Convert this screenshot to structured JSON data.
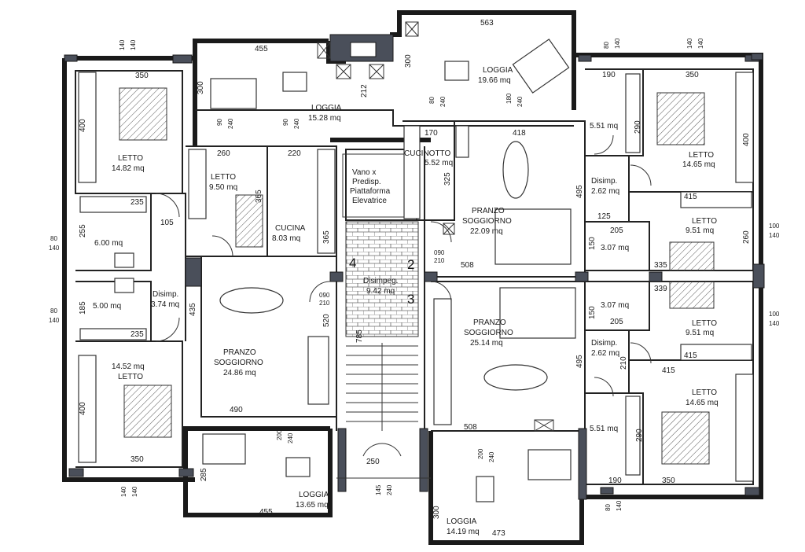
{
  "rooms": [
    {
      "id": "loggia-top-left",
      "name": "LOGGIA",
      "area": "15.28 mq"
    },
    {
      "id": "loggia-top-right",
      "name": "LOGGIA",
      "area": "19.66 mq"
    },
    {
      "id": "letto-nw",
      "name": "LETTO",
      "area": "14.82 mq"
    },
    {
      "id": "letto-n-small",
      "name": "LETTO",
      "area": "9.50 mq"
    },
    {
      "id": "cucina",
      "name": "CUCINA",
      "area": "8.03 mq"
    },
    {
      "id": "vano",
      "name": "Vano x Predisp. Piattaforma Elevatrice",
      "line1": "Vano x",
      "line2": "Predisp.",
      "line3": "Piattaforma",
      "line4": "Elevatrice"
    },
    {
      "id": "cucinotto",
      "name": "CUCINOTTO",
      "area": "5.52 mq"
    },
    {
      "id": "pranzo-ne",
      "name": "PRANZO SOGGIORNO",
      "line1": "PRANZO",
      "line2": "SOGGIORNO",
      "area": "22.09 mq"
    },
    {
      "id": "bagno-ne",
      "name": "",
      "area": "5.51 mq"
    },
    {
      "id": "letto-ne",
      "name": "LETTO",
      "area": "14.65 mq"
    },
    {
      "id": "disimp-ne",
      "name": "Disimp.",
      "area": "2.62 mq"
    },
    {
      "id": "letto-ne-small",
      "name": "LETTO",
      "area": "9.51 mq"
    },
    {
      "id": "bagno-w1",
      "name": "",
      "area": "6.00 mq"
    },
    {
      "id": "bagno-e1",
      "name": "",
      "area": "3.07 mq"
    },
    {
      "id": "disimpeg",
      "name": "Disimpeg.",
      "area": "9.42 mq"
    },
    {
      "id": "bagno-w2",
      "name": "",
      "area": "5.00 mq"
    },
    {
      "id": "disimp-w",
      "name": "Disimp.",
      "area": "3.74 mq"
    },
    {
      "id": "bagno-e2",
      "name": "",
      "area": "3.07 mq"
    },
    {
      "id": "letto-se-small",
      "name": "LETTO",
      "area": "9.51 mq"
    },
    {
      "id": "pranzo-sw",
      "name": "PRANZO SOGGIORNO",
      "line1": "PRANZO",
      "line2": "SOGGIORNO",
      "area": "24.86 mq"
    },
    {
      "id": "pranzo-se",
      "name": "PRANZO SOGGIORNO",
      "line1": "PRANZO",
      "line2": "SOGGIORNO",
      "area": "25.14 mq"
    },
    {
      "id": "letto-sw",
      "name": "LETTO",
      "area": "14.52 mq"
    },
    {
      "id": "disimp-se",
      "name": "Disimp.",
      "area": "2.62 mq"
    },
    {
      "id": "letto-se",
      "name": "LETTO",
      "area": "14.65 mq"
    },
    {
      "id": "bagno-se",
      "name": "",
      "area": "5.51 mq"
    },
    {
      "id": "loggia-bottom-left",
      "name": "LOGGIA",
      "area": "13.65 mq"
    },
    {
      "id": "loggia-bottom-right",
      "name": "LOGGIA",
      "area": "14.19 mq"
    }
  ],
  "stair_numbers": [
    "4",
    "2",
    "3"
  ],
  "dimensions": {
    "d455a": "455",
    "d563": "563",
    "d140a": "140",
    "d140b": "140",
    "d350a": "350",
    "d300a": "300",
    "d212": "212",
    "d300b": "300",
    "d90a": "90",
    "d240a": "240",
    "d90b": "90",
    "d240b": "240",
    "d80a": "80",
    "d240c": "240",
    "d180": "180",
    "d240d": "240",
    "d190a": "190",
    "d350b": "350",
    "d80b": "80",
    "d140c": "140",
    "d140d": "140",
    "d140e": "140",
    "d400a": "400",
    "d260": "260",
    "d220": "220",
    "d170": "170",
    "d418": "418",
    "d290a": "290",
    "d400b": "400",
    "d365a": "365",
    "d325": "325",
    "d235a": "235",
    "d415a": "415",
    "d125": "125",
    "d495a": "495",
    "d255": "255",
    "d105": "105",
    "d365b": "365",
    "d205a": "205",
    "d260b": "260",
    "d80c": "80",
    "d140f": "140",
    "d100a": "100",
    "d140g": "140",
    "d090a": "090",
    "d210a": "210",
    "d508a": "508",
    "d335a": "335",
    "d090b": "090",
    "d210b": "210",
    "d185": "185",
    "d435": "435",
    "d520": "520",
    "d339": "339",
    "d205b": "205",
    "d150a": "150",
    "d150b": "150",
    "d80d": "80",
    "d140h": "140",
    "d100b": "100",
    "d140i": "140",
    "d235b": "235",
    "d785": "785",
    "d415b": "415",
    "d415c": "415",
    "d210c": "210",
    "d495b": "495",
    "d400c": "400",
    "d490": "490",
    "d508b": "508",
    "d290b": "290",
    "d200a": "200",
    "d240e": "240",
    "d200b": "200",
    "d240f": "240",
    "d285": "285",
    "d250": "250",
    "d350c": "350",
    "d190b": "190",
    "d350d": "350",
    "d140j": "140",
    "d140k": "140",
    "d145": "145",
    "d240g": "240",
    "d80e": "80",
    "d140l": "140",
    "d455b": "455",
    "d300c": "300",
    "d473": "473"
  }
}
